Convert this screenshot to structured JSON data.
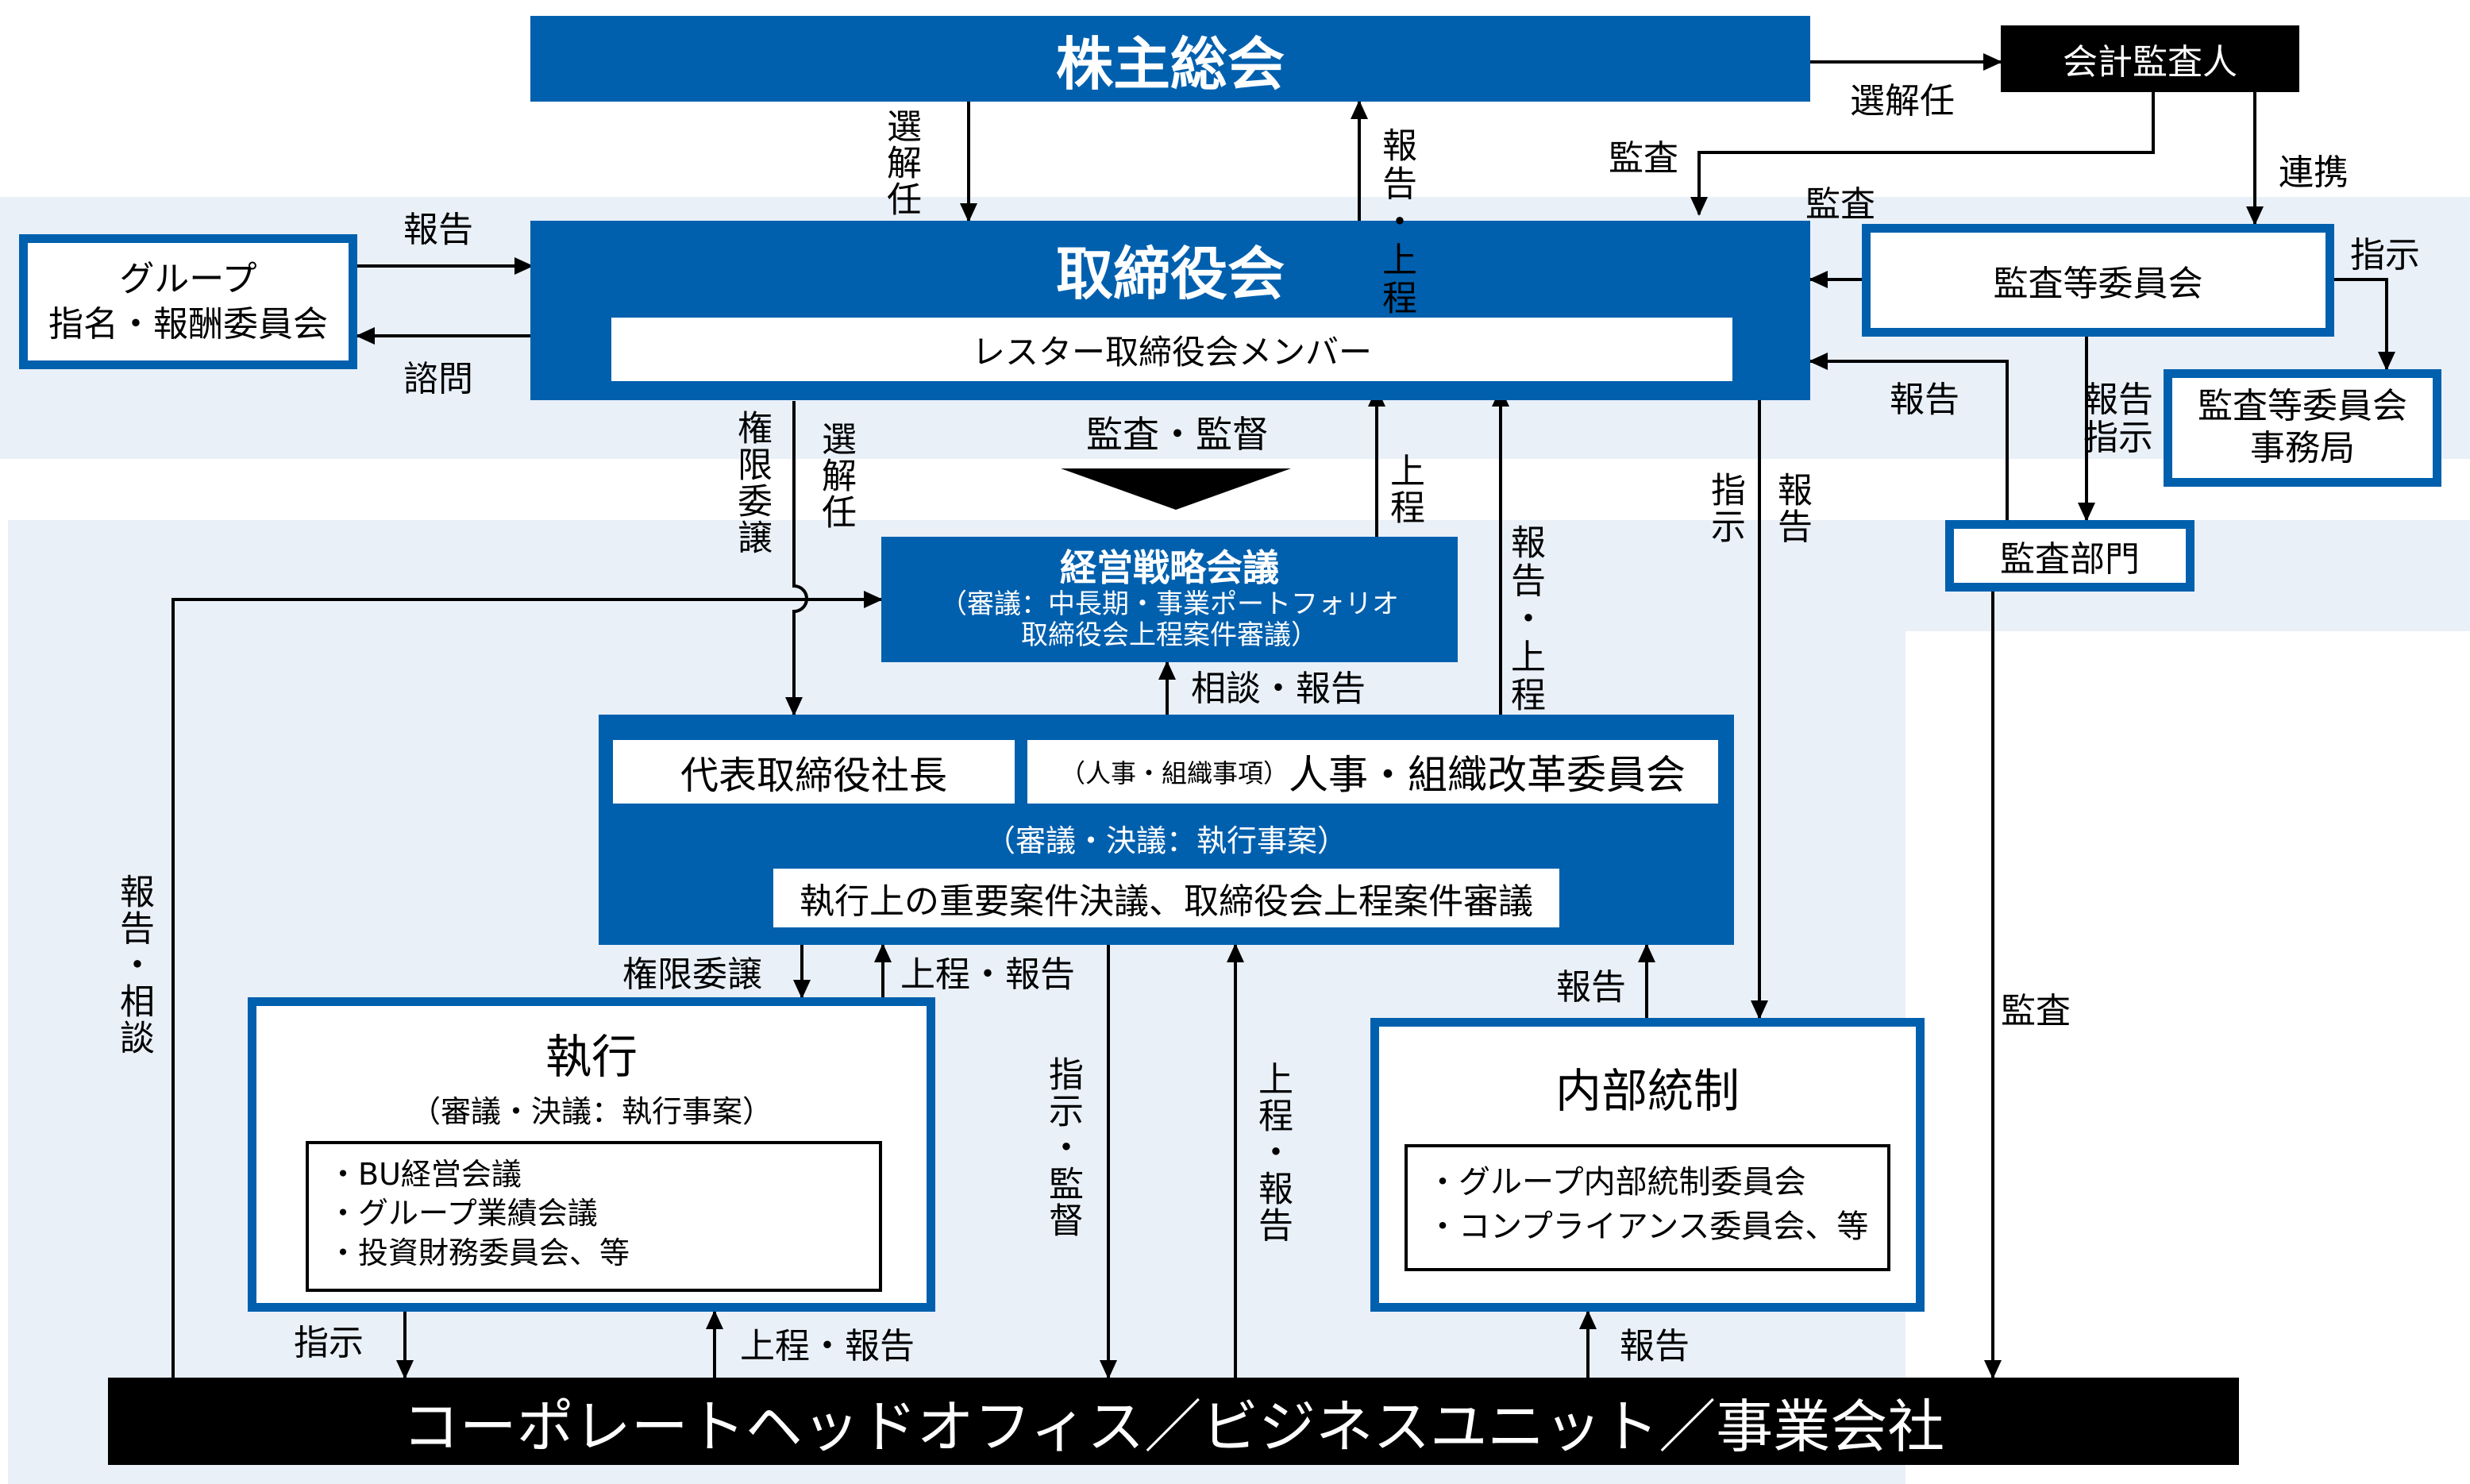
{
  "colors": {
    "blue": "#0060ae",
    "band": "#e9f0f8",
    "black": "#000000"
  },
  "nodes": {
    "shareholders": "株主総会",
    "auditor": "会計監査人",
    "board": "取締役会",
    "board_members": "レスター取締役会メンバー",
    "nomination": {
      "line1": "グループ",
      "line2": "指名・報酬委員会"
    },
    "audit_committee": "監査等委員会",
    "audit_office": {
      "line1": "監査等委員会",
      "line2": "事務局"
    },
    "audit_dept": "監査部門",
    "strategy": {
      "title": "経営戦略会議",
      "line1": "（審議：中長期・事業ポートフォリオ",
      "line2": "取締役会上程案件審議）"
    },
    "president": "代表取締役社長",
    "hr": {
      "small": "（人事・組織事項）",
      "main": "人事・組織改革委員会"
    },
    "president_sub": "（審議・決議：執行事案）",
    "president_note": "執行上の重要案件決議、取締役会上程案件審議",
    "exec": {
      "title": "執行",
      "sub": "（審議・決議：執行事案）",
      "items": [
        "・BU経営会議",
        "・グループ業績会議",
        "・投資財務委員会、等"
      ]
    },
    "internal": {
      "title": "内部統制",
      "items": [
        "・グループ内部統制委員会",
        "・コンプライアンス委員会、等"
      ]
    },
    "corporate": "コーポレートヘッドオフィス／ビジネスユニット／事業会社"
  },
  "labels": {
    "senkainin_h": "選解任",
    "senkainin_v1": "選解任",
    "houkoku_jotei_top": "報告・上程",
    "kansa_1": "監査",
    "renkei": "連携",
    "kansa_2": "監査",
    "houkoku_nom": "報告",
    "shimon": "諮問",
    "shiji_1": "指示",
    "houkoku_board": "報告",
    "houkoku_shiji": "報告指示",
    "kengen_iin": "権限委譲",
    "senkainin_v2": "選解任",
    "kansa_kantoku": "監査・監督",
    "jotei": "上程",
    "houkoku_jotei_mid": "報告・上程",
    "shiji_2": "指示",
    "houkoku_2": "報告",
    "soudan_houkoku": "相談・報告",
    "houkoku_soudan": "報告・相談",
    "kengen_iin_2": "権限委譲",
    "jotei_houkoku_1": "上程・報告",
    "shiji_kantoku": "指示・監督",
    "jotei_houkoku_2": "上程・報告",
    "houkoku_3": "報告",
    "kansa_3": "監査",
    "shiji_3": "指示",
    "jotei_houkoku_3": "上程・報告",
    "houkoku_4": "報告"
  }
}
